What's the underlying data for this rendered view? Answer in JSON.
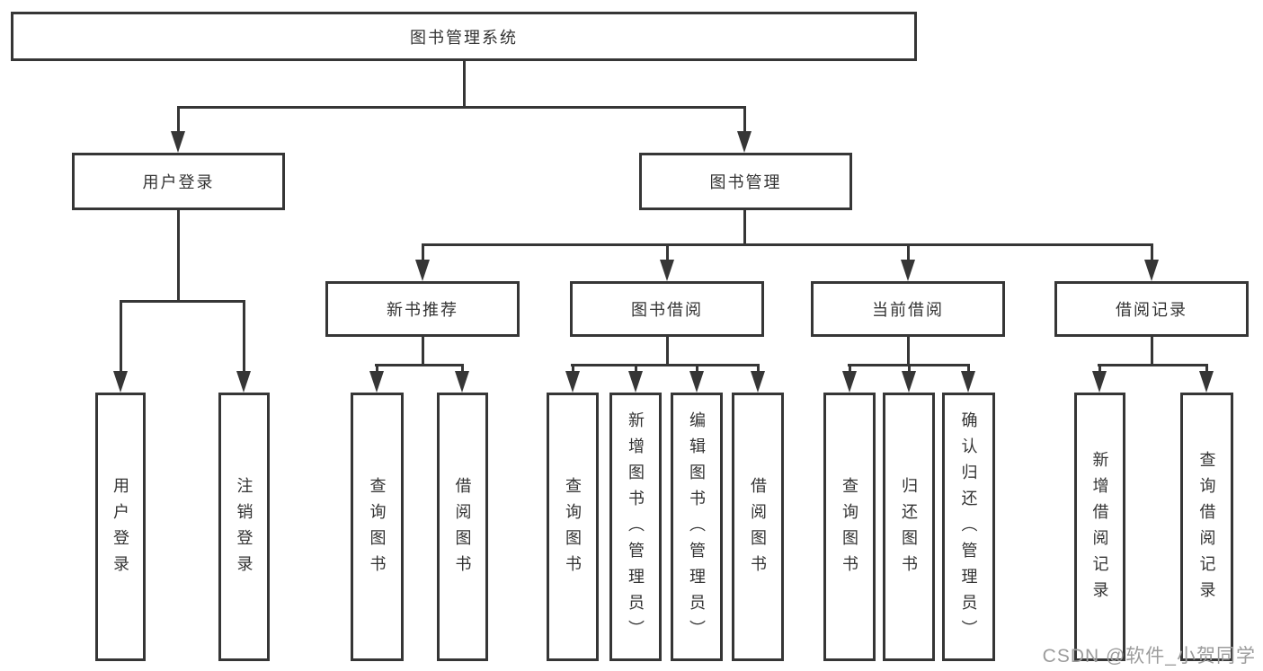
{
  "colors": {
    "line": "#363636",
    "text": "#333333",
    "watermark": "#9c9c9c",
    "background": "#ffffff"
  },
  "watermark": "CSDN @软件_小贺同学",
  "tree": {
    "root": "图书管理系统",
    "branches": [
      {
        "label": "用户登录",
        "children": [
          "用户登录",
          "注销登录"
        ]
      },
      {
        "label": "图书管理",
        "children": [
          {
            "label": "新书推荐",
            "children": [
              "查询图书",
              "借阅图书"
            ]
          },
          {
            "label": "图书借阅",
            "children": [
              "查询图书",
              "新增图书（管理员）",
              "编辑图书（管理员）",
              "借阅图书"
            ]
          },
          {
            "label": "当前借阅",
            "children": [
              "查询图书",
              "归还图书",
              "确认归还（管理员）"
            ]
          },
          {
            "label": "借阅记录",
            "children": [
              "新增借阅记录",
              "查询借阅记录"
            ]
          }
        ]
      }
    ]
  }
}
